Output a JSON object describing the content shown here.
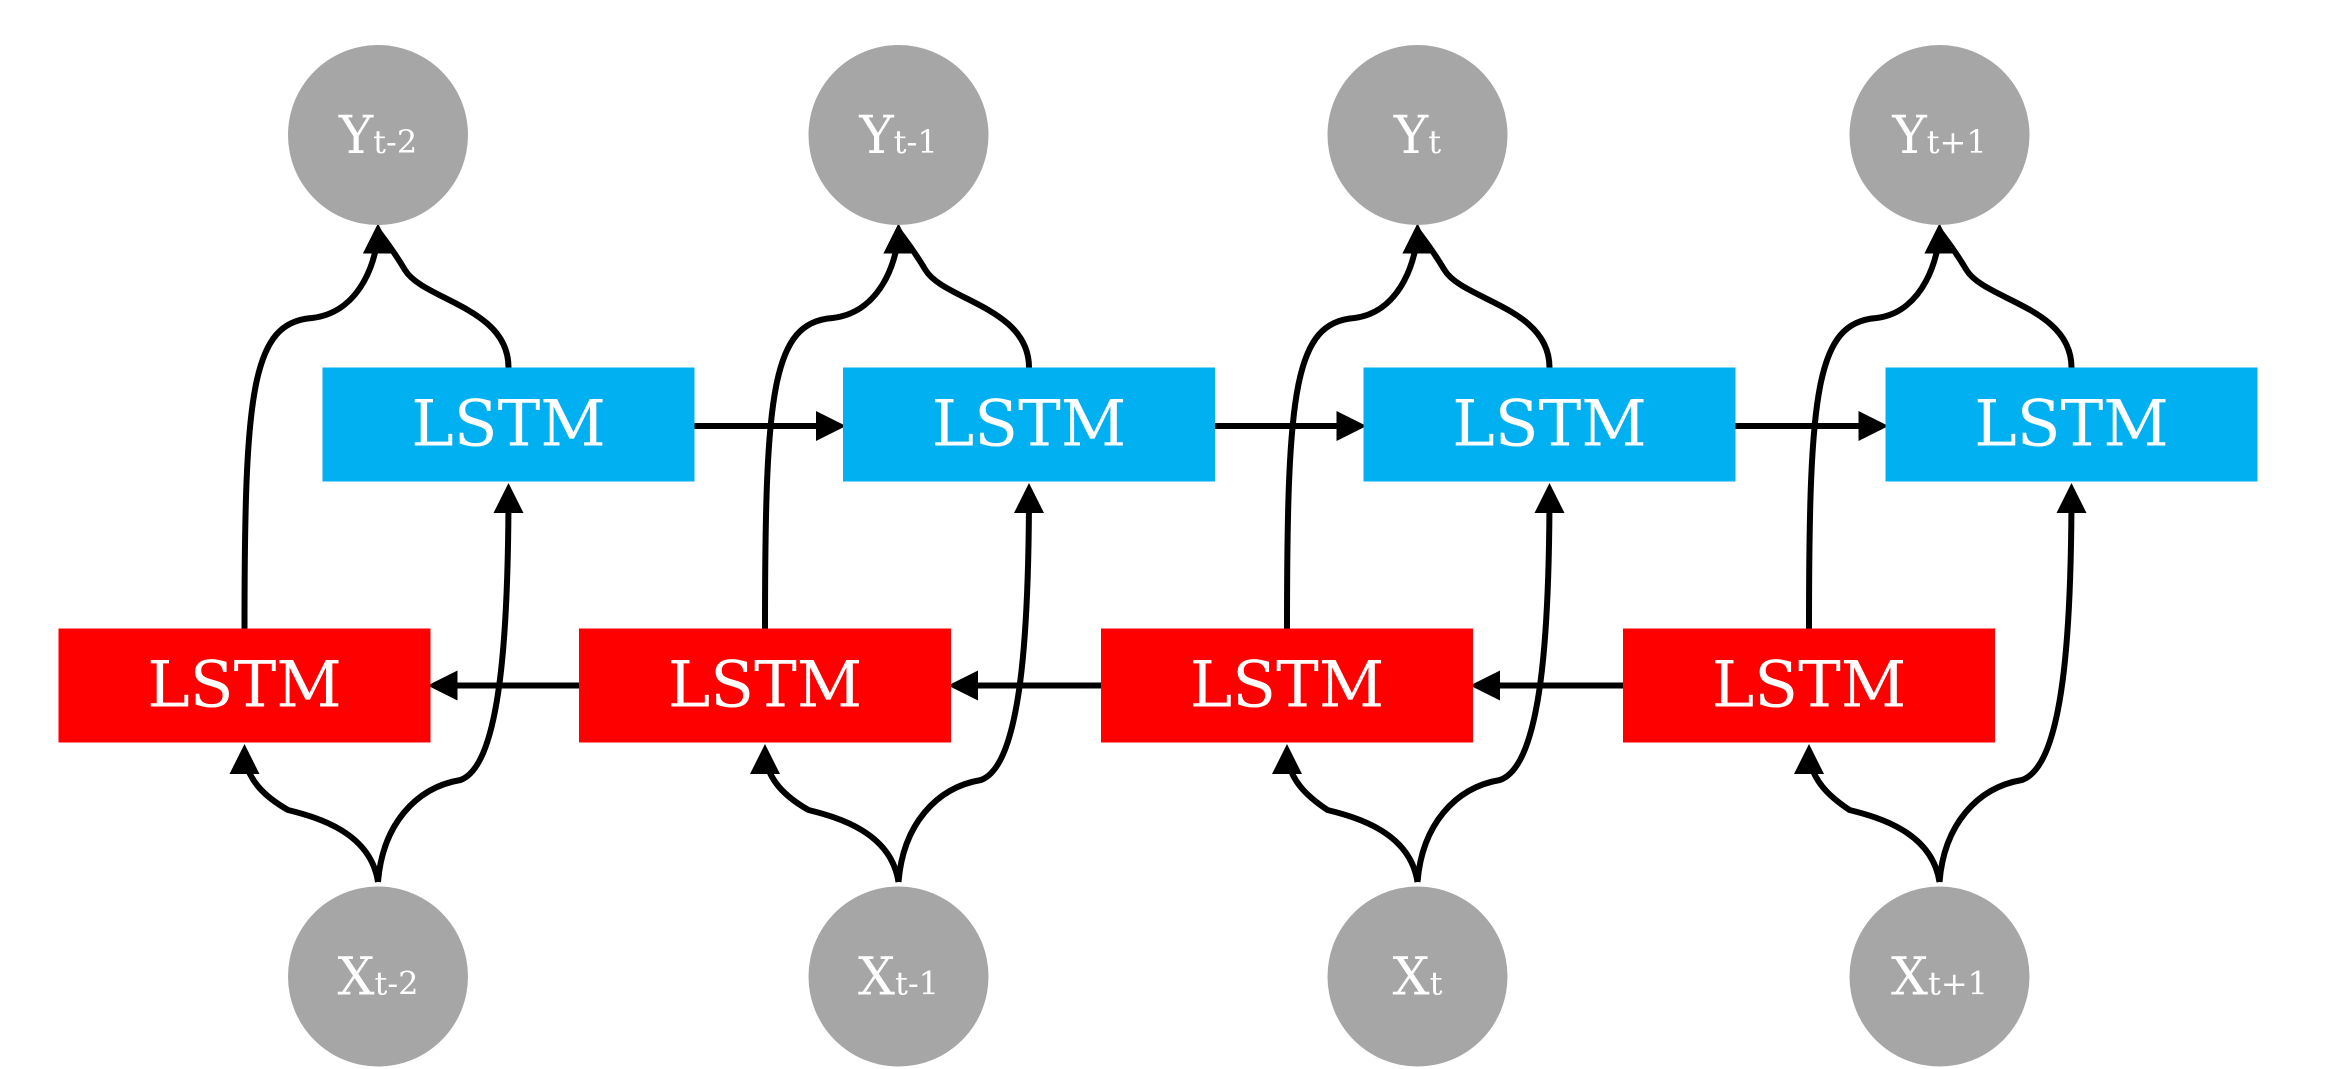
{
  "colors": {
    "forward_lstm": "#00b0f0",
    "backward_lstm": "#ff0000",
    "io_node": "#a6a6a6",
    "text": "#ffffff",
    "edge": "#000000"
  },
  "outputs": [
    {
      "letter": "Y",
      "sub": "t-2"
    },
    {
      "letter": "Y",
      "sub": "t-1"
    },
    {
      "letter": "Y",
      "sub": "t"
    },
    {
      "letter": "Y",
      "sub": "t+1"
    }
  ],
  "inputs": [
    {
      "letter": "X",
      "sub": "t-2"
    },
    {
      "letter": "X",
      "sub": "t-1"
    },
    {
      "letter": "X",
      "sub": "t"
    },
    {
      "letter": "X",
      "sub": "t+1"
    }
  ],
  "forward_layer": {
    "labels": [
      "LSTM",
      "LSTM",
      "LSTM",
      "LSTM"
    ]
  },
  "backward_layer": {
    "labels": [
      "LSTM",
      "LSTM",
      "LSTM",
      "LSTM"
    ]
  }
}
